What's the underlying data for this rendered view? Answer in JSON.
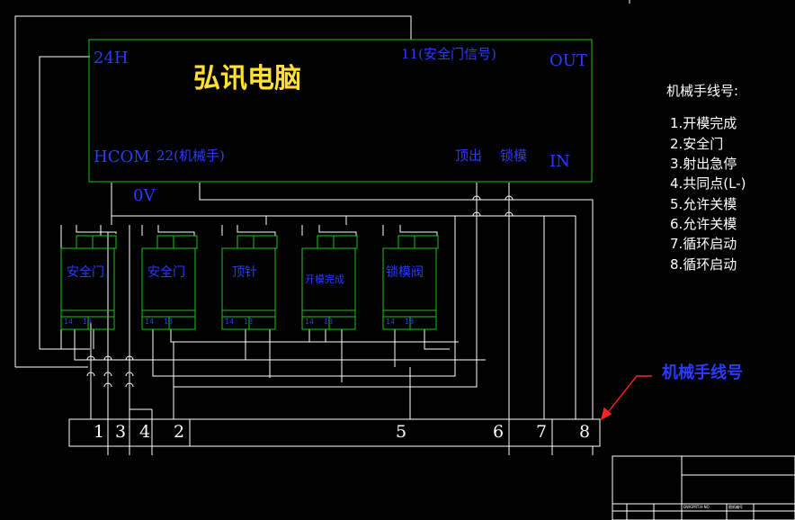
{
  "pc": {
    "title": "弘讯电脑",
    "label_24h": "24H",
    "label_11": "11(安全门信号)",
    "label_out": "OUT",
    "label_hcom": "HCOM",
    "label_22": "22(机械手)",
    "label_ejector": "顶出",
    "label_lock": "锁模",
    "label_in": "IN",
    "label_0v": "0V"
  },
  "relays": [
    {
      "label": "安全门",
      "pin_a": "14",
      "pin_b": "13"
    },
    {
      "label": "安全门",
      "pin_a": "14",
      "pin_b": "13"
    },
    {
      "label": "顶针",
      "pin_a": "14",
      "pin_b": "13"
    },
    {
      "label": "开模完成",
      "pin_a": "14",
      "pin_b": "13"
    },
    {
      "label": "锁模阀",
      "pin_a": "14",
      "pin_b": "13"
    }
  ],
  "legend": {
    "title": "机械手线号:",
    "items": [
      "1.开模完成",
      "2.安全门",
      "3.射出急停",
      "4.共同点(L-)",
      "5.允许关模",
      "6.允许关模",
      "7.循环启动",
      "8.循环启动"
    ]
  },
  "arrow_label": "机械手线号",
  "terminals": [
    "1",
    "3",
    "4",
    "2",
    "5",
    "6",
    "7",
    "8"
  ],
  "title_block": {
    "cell_a": "DWG",
    "cell_b": "PRT.H-NO",
    "cell_c": "图纸编号"
  },
  "colors": {
    "background": "#000000",
    "pc_border": "#19c619",
    "relay_border": "#19c619",
    "wire": "#ffffff",
    "text_blue": "#2a3cff",
    "text_yellow": "#ffe033",
    "arrow": "#ff2222"
  }
}
